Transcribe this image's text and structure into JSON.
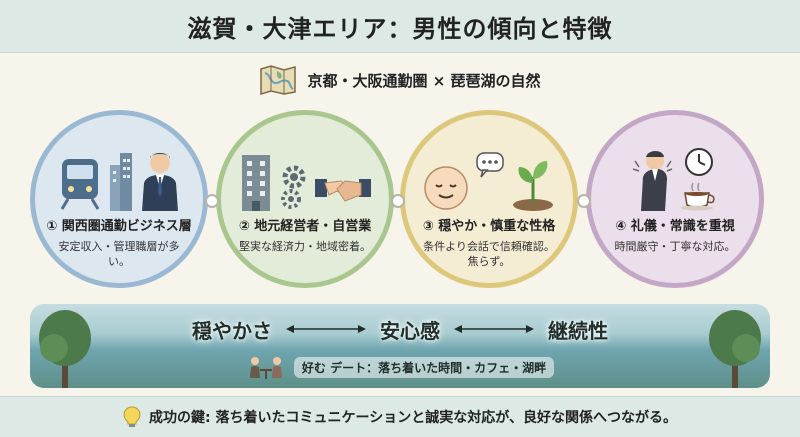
{
  "title": "滋賀・大津エリア：男性の傾向と特徴",
  "subtitle": "京都・大阪通勤圏 × 琵琶湖の自然",
  "traits": [
    {
      "heading": "① 関西圏通勤ビジネス層",
      "desc": "安定収入・管理職層が多い。"
    },
    {
      "heading": "② 地元経営者・自営業",
      "desc": "堅実な経済力・地域密着。"
    },
    {
      "heading": "③ 穏やか・慎重な性格",
      "desc": "条件より会話で信頼確認。焦らず。"
    },
    {
      "heading": "④ 礼儀・常識を重視",
      "desc": "時間厳守・丁寧な対応。"
    }
  ],
  "keywords": [
    "穏やかさ",
    "安心感",
    "継続性"
  ],
  "date_hint": "好む デート：落ち着いた時間・カフェ・湖畔",
  "footer": "成功の鍵: 落ち着いたコミュニケーションと誠実な対応が、良好な関係へつながる。",
  "icons": {
    "map": "map-icon",
    "train": "train-icon",
    "buildings": "buildings-icon",
    "businessman": "businessman-icon",
    "office": "office-building-icon",
    "gears": "gears-icon",
    "handshake": "handshake-icon",
    "face": "calm-face-icon",
    "speech": "speech-bubble-icon",
    "sprout": "sprout-icon",
    "bowing": "bowing-man-icon",
    "clock": "clock-icon",
    "coffee": "coffee-cup-icon",
    "couple": "couple-cafe-icon",
    "bulb": "light-bulb-icon"
  }
}
